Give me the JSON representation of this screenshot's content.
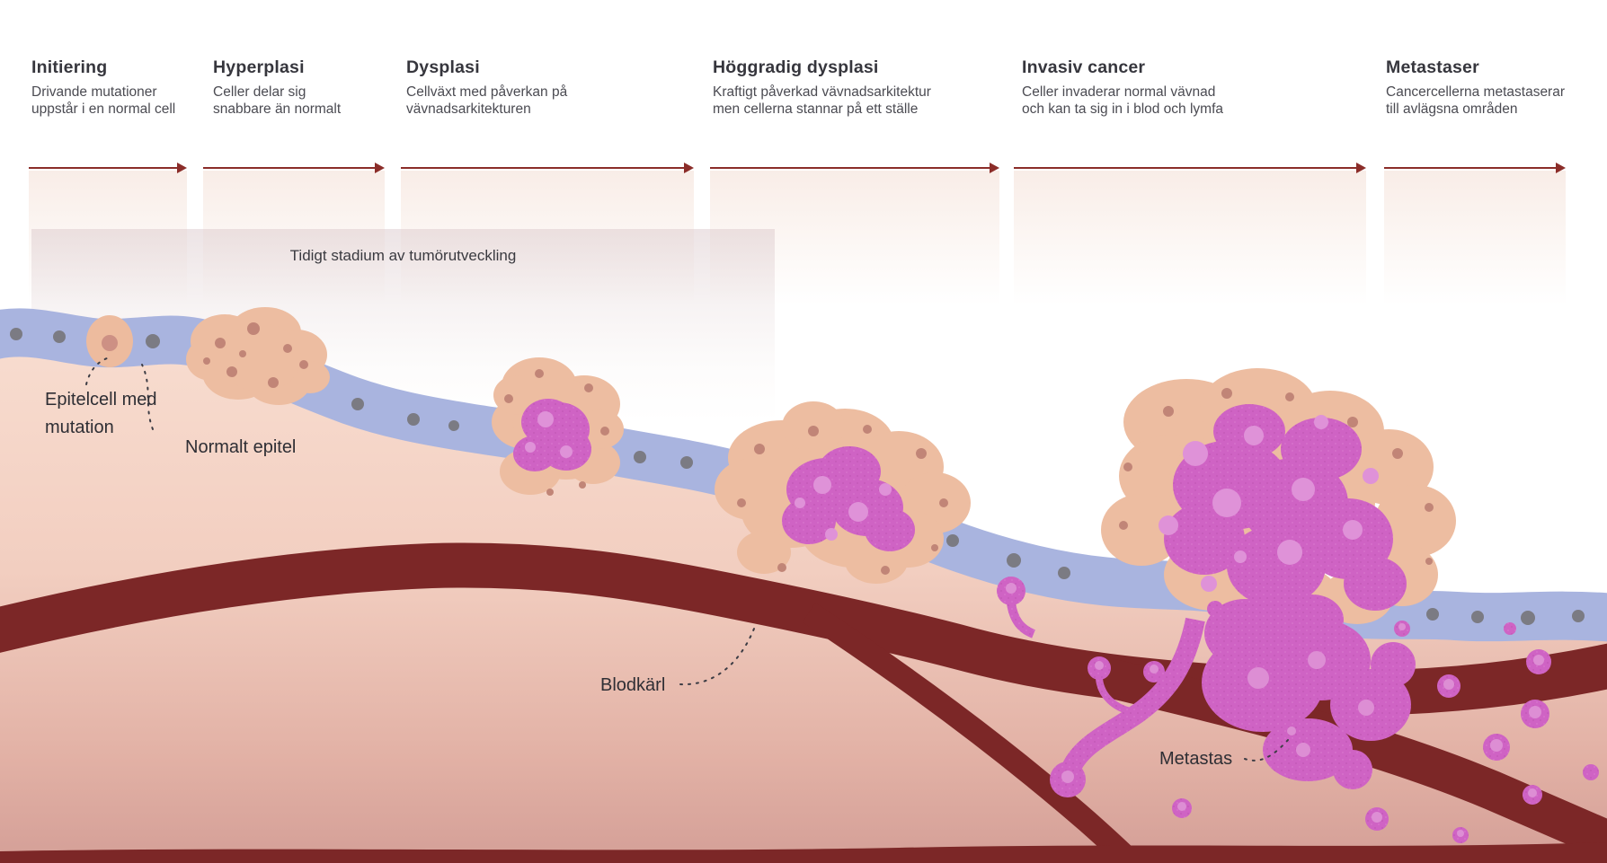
{
  "header": {
    "stages": [
      {
        "title": "Initiering",
        "description": "Drivande mutationer\nuppstår i en normal cell"
      },
      {
        "title": "Hyperplasi",
        "description": "Celler delar sig\nsnabbare än normalt"
      },
      {
        "title": "Dysplasi",
        "description": "Cellväxt med påverkan på\nvävnadsarkitekturen"
      },
      {
        "title": "Höggradig dysplasi",
        "description": "Kraftigt påverkad vävnadsarkitektur\nmen cellerna stannar på ett ställe"
      },
      {
        "title": "Invasiv cancer",
        "description": "Celler invaderar normal vävnad\noch kan ta sig in i blod och lymfa"
      },
      {
        "title": "Metastaser",
        "description": "Cancercellerna metastaserar\ntill avlägsna områden"
      }
    ]
  },
  "overlay": {
    "early_stage_label": "Tidigt stadium av tumörutveckling"
  },
  "callouts": {
    "mutated_cell": "Epitelcell med mutation",
    "normal_epithelium": "Normalt epitel",
    "blood_vessel": "Blodkärl",
    "metastasis": "Metastas"
  },
  "colors": {
    "arrow": "#8b2d29",
    "blood_vessel": "#7c2727",
    "epithelium": "#a9b4df",
    "epithelium_nucleus": "#7b7b83",
    "tumor_cell_peach": "#edbda1",
    "tumor_cell_dot": "#c18577",
    "cancer_magenta": "#cf63c4",
    "cancer_nucleus": "#df92d8",
    "skin_top": "#f8ddd0",
    "skin_bottom": "#d5a199",
    "text_dark": "#36363d"
  }
}
